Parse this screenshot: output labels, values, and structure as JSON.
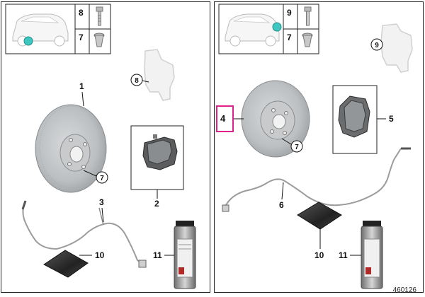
{
  "diagram_id": "460126",
  "left_panel": {
    "callouts": {
      "fastener_top": "8",
      "fastener_bottom": "7",
      "caliper_carrier": "8",
      "disc": "1",
      "disc_screw": "7",
      "pads": "2",
      "wear_sensor": "3",
      "cloth": "10",
      "spray": "11"
    }
  },
  "right_panel": {
    "callouts": {
      "fastener_top": "9",
      "fastener_bottom": "7",
      "caliper_carrier": "9",
      "disc": "4",
      "disc_screw": "7",
      "pads": "5",
      "wear_sensor": "6",
      "cloth": "10",
      "spray": "11"
    }
  },
  "colors": {
    "highlight": "#e0218a",
    "marker": "#3fc6c0",
    "part_gray": "#b9bcbe",
    "line": "#111111"
  }
}
